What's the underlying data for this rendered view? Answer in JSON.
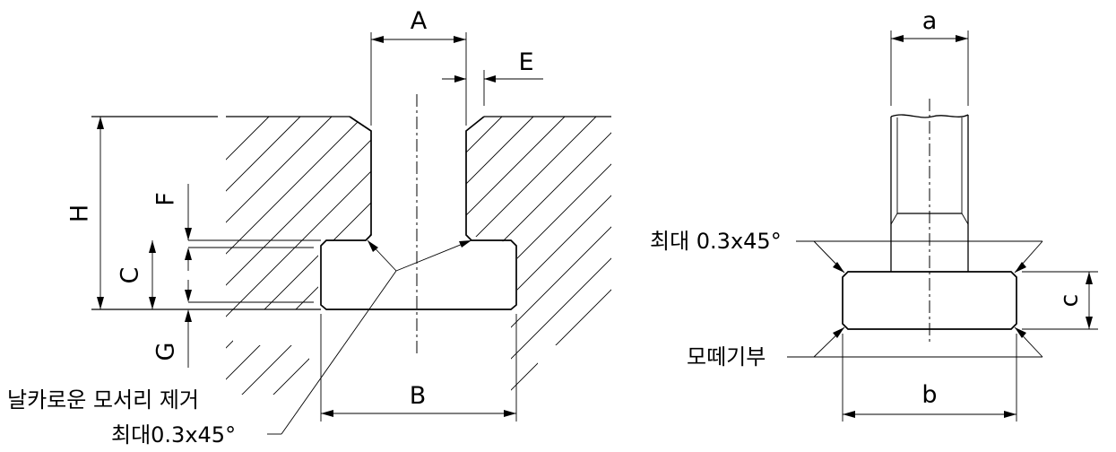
{
  "slot_view": {
    "dim_A": "A",
    "dim_B": "B",
    "dim_C": "C",
    "dim_E": "E",
    "dim_F": "F",
    "dim_G": "G",
    "dim_H": "H",
    "note_line1": "날카로운 모서리 제거",
    "note_line2": "최대0.3x45°"
  },
  "bolt_view": {
    "dim_a": "a",
    "dim_b": "b",
    "dim_c": "c",
    "chamfer_note": "최대 0.3x45°",
    "edge_break_note": "모떼기부"
  }
}
